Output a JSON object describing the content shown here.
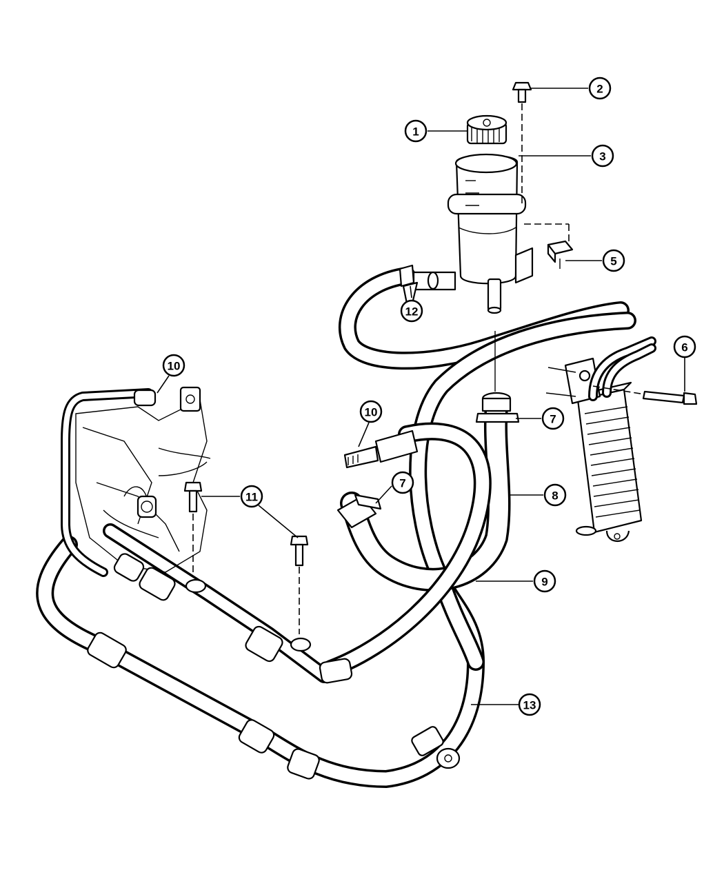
{
  "diagram": {
    "callouts": [
      {
        "id": "c1",
        "label": "1"
      },
      {
        "id": "c2",
        "label": "2"
      },
      {
        "id": "c3",
        "label": "3"
      },
      {
        "id": "c5",
        "label": "5"
      },
      {
        "id": "c6",
        "label": "6"
      },
      {
        "id": "c7a",
        "label": "7"
      },
      {
        "id": "c7b",
        "label": "7"
      },
      {
        "id": "c8",
        "label": "8"
      },
      {
        "id": "c9",
        "label": "9"
      },
      {
        "id": "c10a",
        "label": "10"
      },
      {
        "id": "c10b",
        "label": "10"
      },
      {
        "id": "c11",
        "label": "11"
      },
      {
        "id": "c12",
        "label": "12"
      },
      {
        "id": "c13",
        "label": "13"
      }
    ]
  }
}
